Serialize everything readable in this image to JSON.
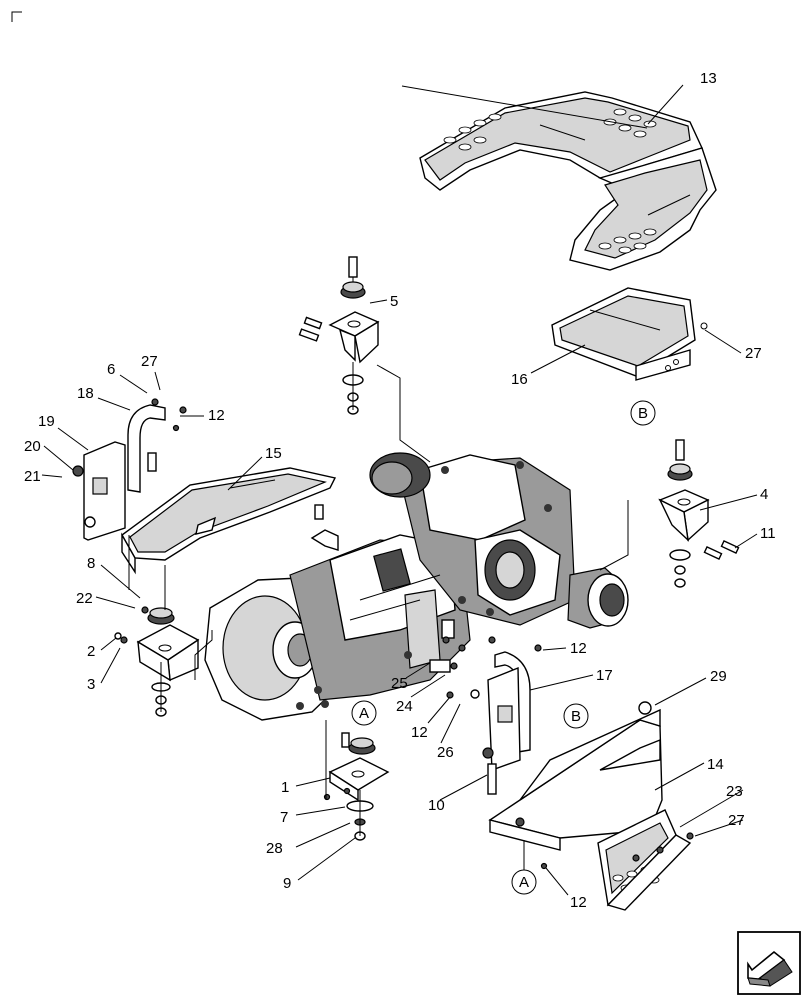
{
  "callouts": {
    "n1": "1",
    "n2": "2",
    "n3": "3",
    "n4": "4",
    "n5": "5",
    "n6": "6",
    "n7": "7",
    "n8": "8",
    "n9": "9",
    "n10": "10",
    "n11": "11",
    "n12a": "12",
    "n12b": "12",
    "n12c": "12",
    "n12d": "12",
    "n13": "13",
    "n14": "14",
    "n15": "15",
    "n16": "16",
    "n17": "17",
    "n18": "18",
    "n19": "19",
    "n20": "20",
    "n21": "21",
    "n22": "22",
    "n23": "23",
    "n24": "24",
    "n25": "25",
    "n26": "26",
    "n27a": "27",
    "n27b": "27",
    "n27c": "27",
    "n28": "28",
    "n29": "29"
  },
  "references": {
    "a1": "A",
    "a2": "A",
    "b1": "B",
    "b2": "B"
  },
  "icons": {
    "corner_mark": "corner-crop-mark-icon",
    "nav_arrow": "next-page-arrow-icon"
  }
}
